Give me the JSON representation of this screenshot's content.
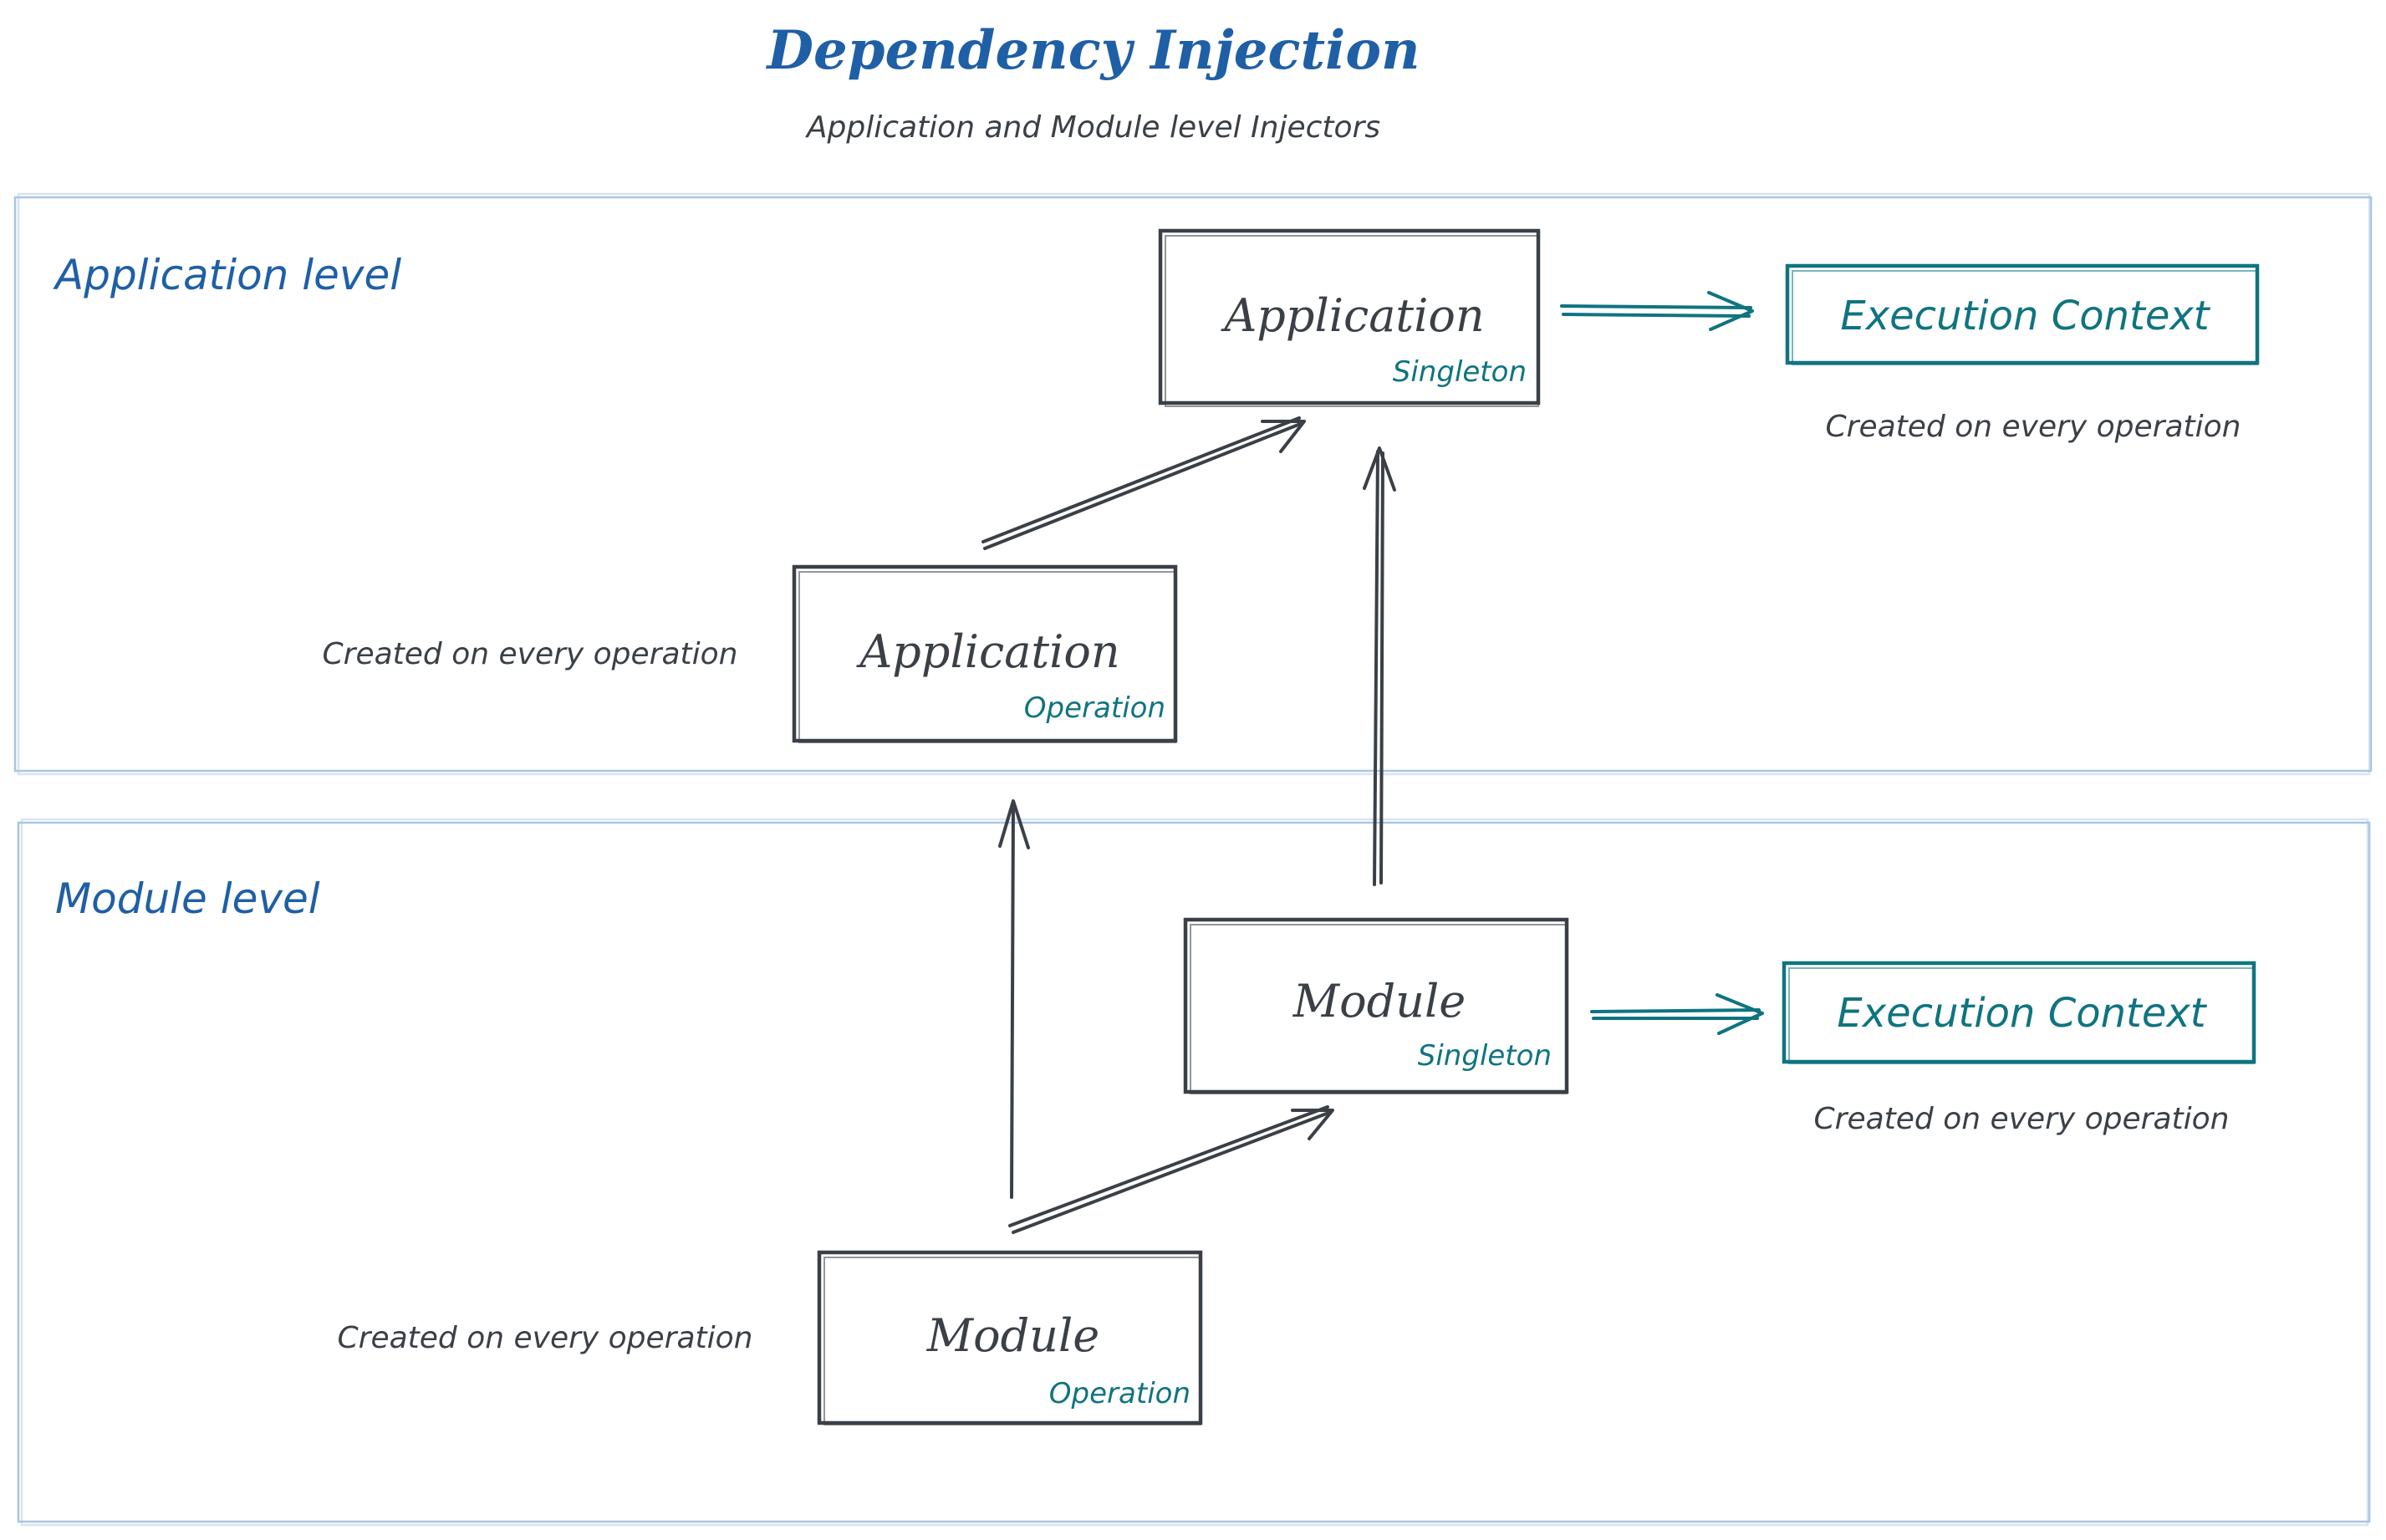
{
  "header": {
    "title": "Dependency Injection",
    "subtitle": "Application and Module level Injectors"
  },
  "sections": {
    "application": {
      "label": "Application level"
    },
    "module": {
      "label": "Module level"
    }
  },
  "nodes": {
    "app_singleton": {
      "label": "Application",
      "tag": "Singleton"
    },
    "app_operation": {
      "label": "Application",
      "tag": "Operation"
    },
    "module_singleton": {
      "label": "Module",
      "tag": "Singleton"
    },
    "module_operation": {
      "label": "Module",
      "tag": "Operation"
    },
    "app_context": {
      "label": "Execution Context"
    },
    "module_context": {
      "label": "Execution Context"
    }
  },
  "notes": {
    "app_context": "Created on every operation",
    "app_operation": "Created on every operation",
    "module_context": "Created on every operation",
    "module_operation": "Created on every operation"
  },
  "colors": {
    "heading": "#1f5fa6",
    "ink": "#3b4047",
    "accent": "#0f7480",
    "section_border": "#a9c6e3"
  }
}
